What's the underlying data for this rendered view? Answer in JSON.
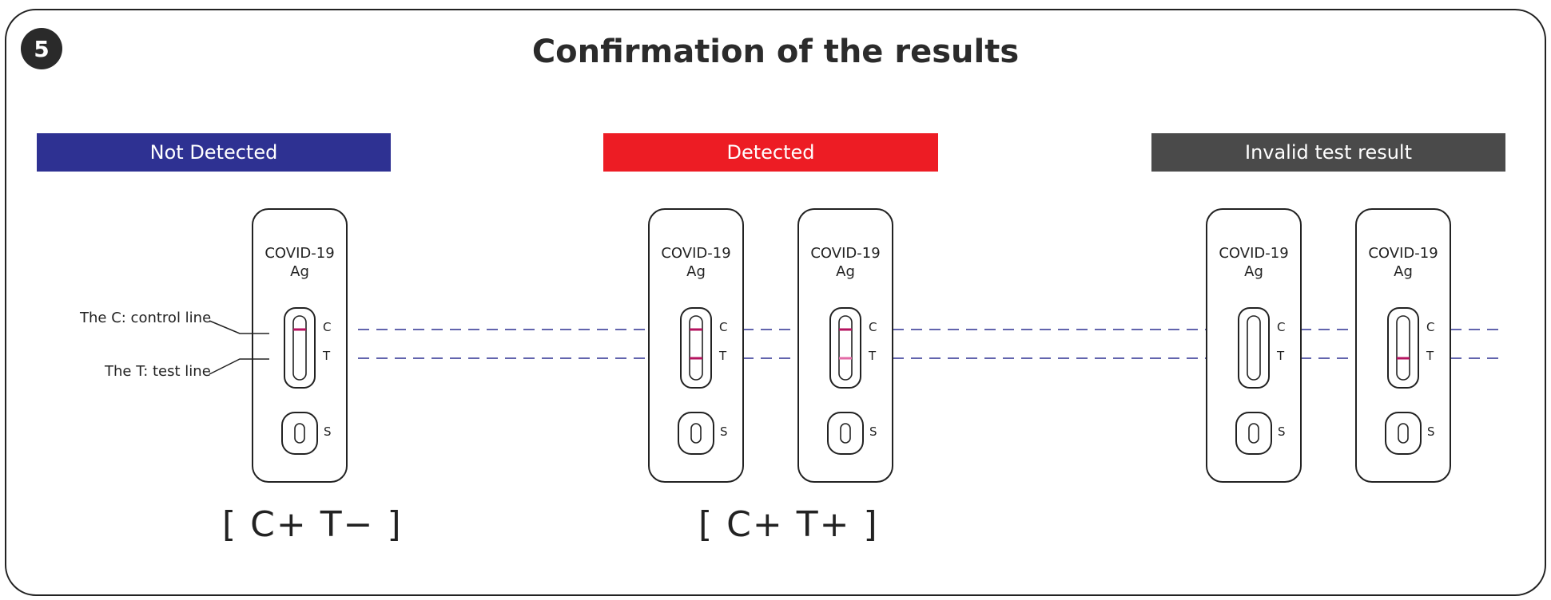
{
  "step_number": "5",
  "title": "Confirmation of the results",
  "categories": [
    {
      "label": "Not Detected",
      "color": "#2e3192"
    },
    {
      "label": "Detected",
      "color": "#ed1c24"
    },
    {
      "label": "Invalid test result",
      "color": "#4a4a4a"
    }
  ],
  "cassette": {
    "name_line1": "COVID-19",
    "name_line2": "Ag",
    "marker_c": "C",
    "marker_t": "T",
    "marker_s": "S"
  },
  "callouts": {
    "control_line": "The C: control line",
    "test_line": "The T: test line"
  },
  "cassettes": [
    {
      "group": "not-detected",
      "c_line": true,
      "t_line": false
    },
    {
      "group": "detected",
      "c_line": true,
      "t_line": true
    },
    {
      "group": "detected",
      "c_line": true,
      "t_line": "faint"
    },
    {
      "group": "invalid",
      "c_line": false,
      "t_line": false
    },
    {
      "group": "invalid",
      "c_line": false,
      "t_line": true
    }
  ],
  "result_codes": {
    "not_detected": "[ C+ T− ]",
    "detected": "[ C+ T+ ]"
  },
  "colors": {
    "line_red": "#b5135f",
    "line_faint": "#e36aa6",
    "guide": "#2e3192",
    "outline": "#222222"
  }
}
